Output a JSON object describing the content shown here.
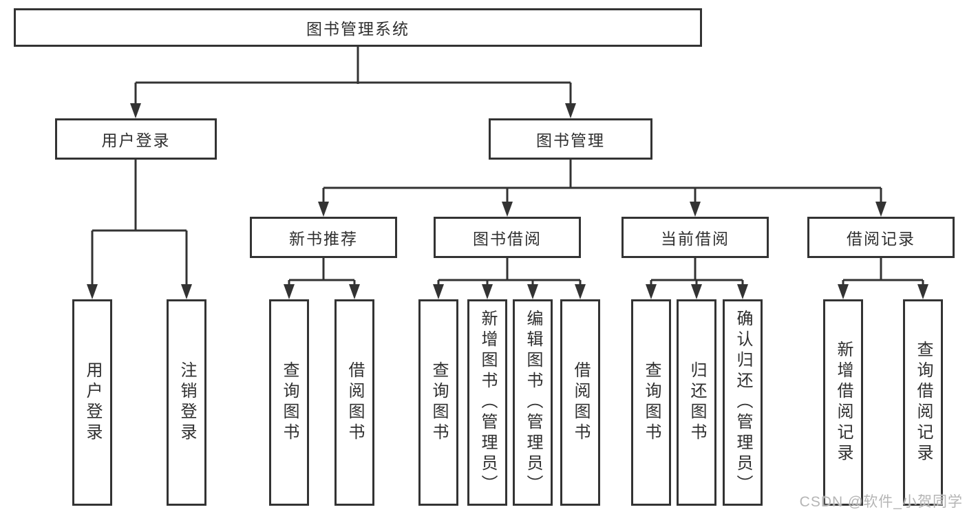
{
  "diagram": {
    "root": {
      "label": "图书管理系统"
    },
    "level2": [
      {
        "label": "用户登录"
      },
      {
        "label": "图书管理"
      }
    ],
    "level3": [
      {
        "label": "新书推荐"
      },
      {
        "label": "图书借阅"
      },
      {
        "label": "当前借阅"
      },
      {
        "label": "借阅记录"
      }
    ],
    "leaves": {
      "user_login": [
        {
          "label": "用户登录"
        },
        {
          "label": "注销登录"
        }
      ],
      "new_book_recommendation": [
        {
          "label": "查询图书"
        },
        {
          "label": "借阅图书"
        }
      ],
      "book_borrowing": [
        {
          "label": "查询图书"
        },
        {
          "label": "新增图书（管理员）"
        },
        {
          "label": "编辑图书（管理员）"
        },
        {
          "label": "借阅图书"
        }
      ],
      "current_borrowing": [
        {
          "label": "查询图书"
        },
        {
          "label": "归还图书"
        },
        {
          "label": "确认归还（管理员）"
        }
      ],
      "borrowing_records": [
        {
          "label": "新增借阅记录"
        },
        {
          "label": "查询借阅记录"
        }
      ]
    },
    "watermark": "CSDN @软件_小贺同学",
    "colors": {
      "line": "#333333",
      "text": "#2f2f2f",
      "background": "#ffffff",
      "watermark": "#b5b5b5"
    }
  }
}
